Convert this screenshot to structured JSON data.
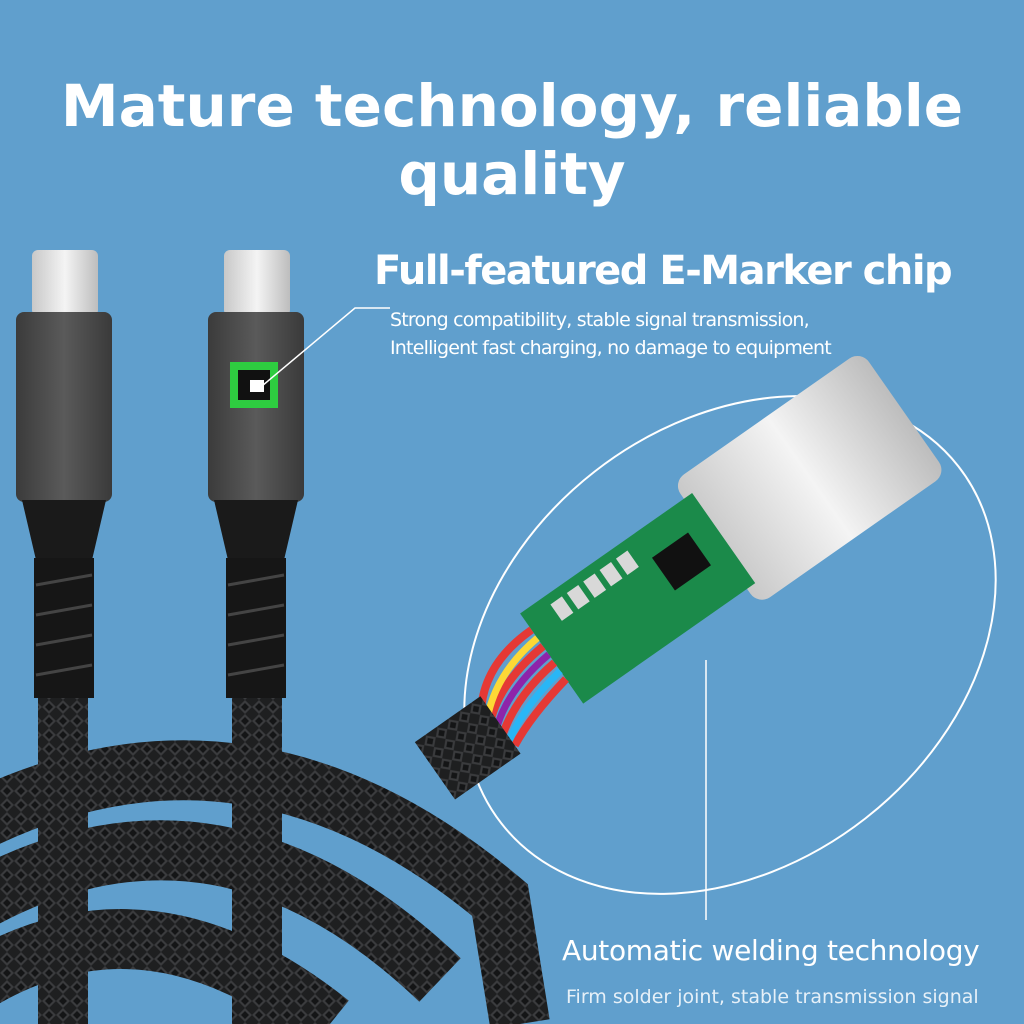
{
  "headline": "Mature technology, reliable quality",
  "chip_feature": {
    "title": "Full-featured E-Marker chip",
    "lines": [
      "Strong compatibility, stable signal transmission,",
      "Intelligent fast charging, no damage to equipment"
    ]
  },
  "welding_feature": {
    "title": "Automatic welding technology",
    "description": "Firm solder joint, stable transmission signal"
  },
  "colors": {
    "background": "#609fcd",
    "text": "#ffffff",
    "chip_highlight": "#2ecc40"
  }
}
